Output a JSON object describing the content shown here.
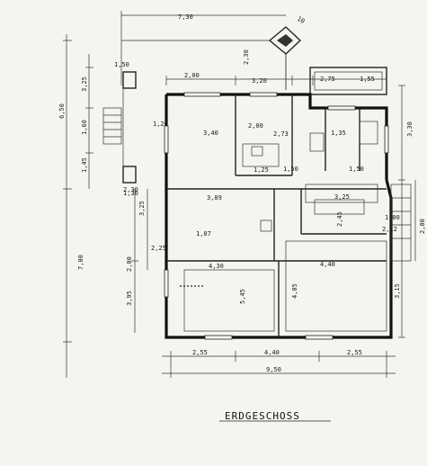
{
  "plan_title": "ERDGESCHOSS",
  "dimensions": {
    "top_width": "7,30",
    "diag_10": "10",
    "stair_2_30": "2,30",
    "left_total_6_50": "6,50",
    "left_3_25": "3,25",
    "left_1_60": "1,60",
    "left_1_45": "1,45",
    "left_1_30": "1,30",
    "box_1_50": "1,50",
    "top_2_00": "2,00",
    "top_3_20": "3,20",
    "top_2_75": "2,75",
    "top_1_55": "1,55",
    "left_outer_700": "7,00",
    "left_2_00": "2,00",
    "left_3_95": "3,95",
    "left_3_25b": "3,25",
    "left_2_25": "2,25",
    "r1_3_40": "3,40",
    "r1_2_00": "2,00",
    "r1_2_73": "2,73",
    "r1_1_35": "1,35",
    "r1_1_25": "1,25",
    "r1_1_50": "1,50",
    "r1_1_50b": "1,50",
    "r2_3_895": "3,89",
    "r2_1_875": "1,87",
    "r2_3_25": "3,25",
    "r2_2_45": "2,45",
    "r2_2_12": "2,12",
    "r3_4_30": "4,30",
    "r3_4_40": "4,40",
    "r3_5_45": "5,45",
    "r3_4_05": "4,05",
    "right_3_30": "3,30",
    "right_2_00": "2,00",
    "right_3_15": "3,15",
    "bottom_4_40": "4,40",
    "bottom_2_55a": "2,55",
    "bottom_2_55b": "2,55",
    "bottom_9_50": "9,50",
    "small_1_20": "1,20",
    "small_2_30": "2,30",
    "small_1_00": "1,00"
  }
}
